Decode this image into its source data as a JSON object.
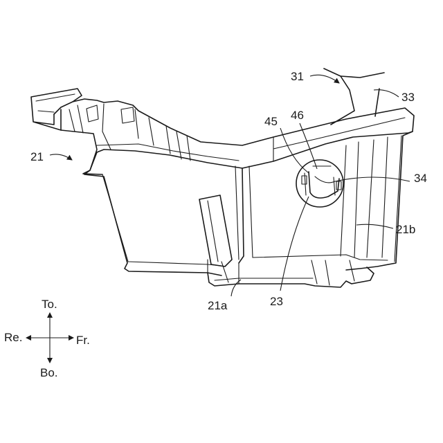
{
  "labels": {
    "ref_21": "21",
    "ref_21a": "21a",
    "ref_21b": "21b",
    "ref_23": "23",
    "ref_31": "31",
    "ref_33": "33",
    "ref_34": "34",
    "ref_45": "45",
    "ref_46": "46"
  },
  "direction_indicator": {
    "top": "To.",
    "bottom": "Bo.",
    "rear": "Re.",
    "front": "Fr."
  }
}
